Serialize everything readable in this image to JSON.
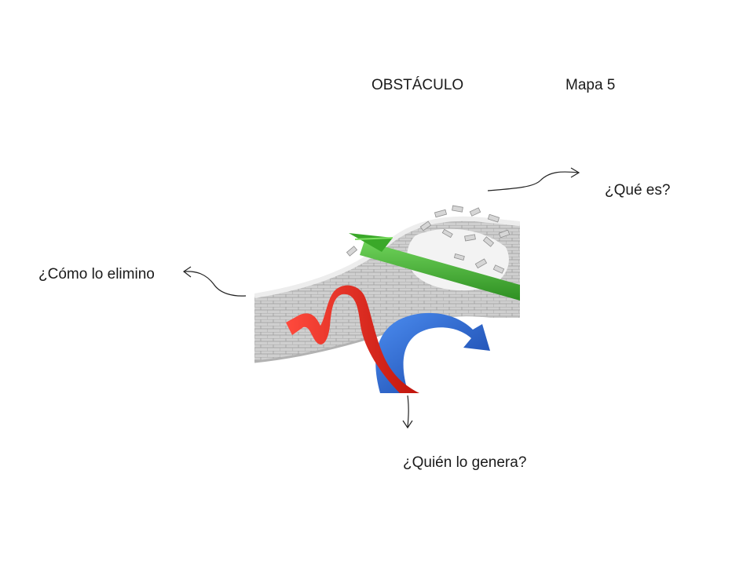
{
  "slide": {
    "title": "OBSTÁCULO",
    "map_label": "Mapa 5"
  },
  "questions": {
    "what": "¿Qué es?",
    "how": "¿Cómo lo elimino",
    "who": "¿Quién lo genera?"
  },
  "illustration": {
    "subject": "wall-breakthrough",
    "arrow_colors": {
      "green": "#3aa829",
      "red": "#e52218",
      "blue": "#1f5fd1"
    },
    "wall_color": "#c8c8c8"
  }
}
